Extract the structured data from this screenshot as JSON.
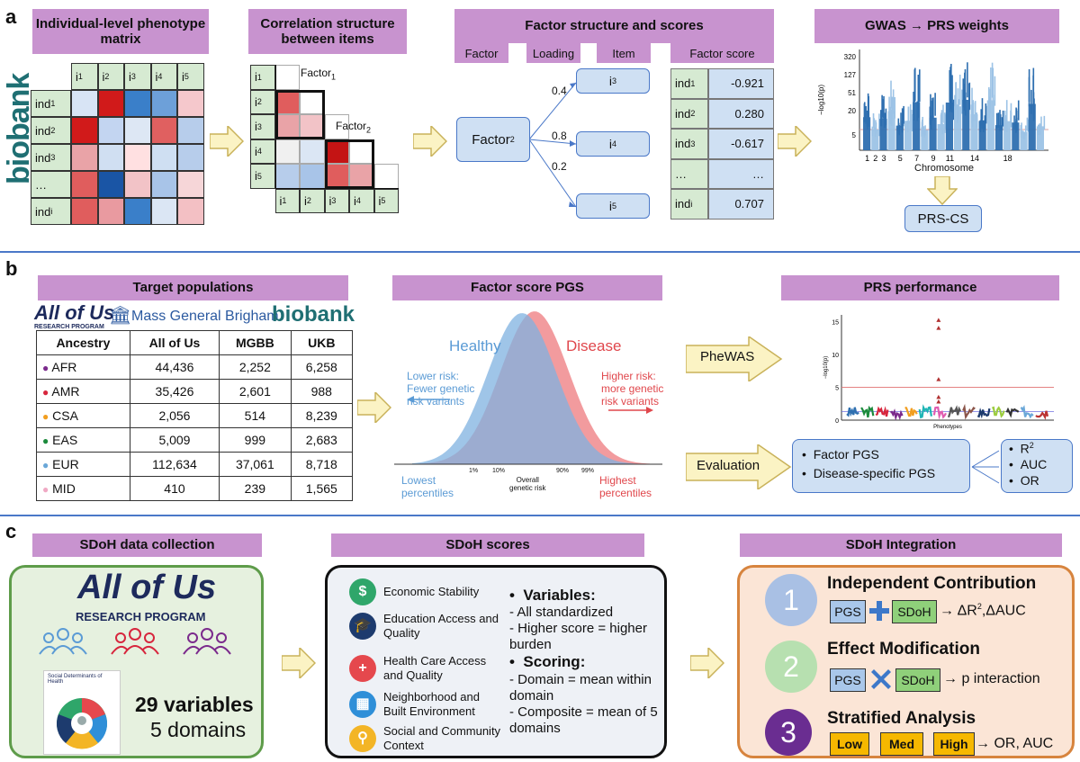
{
  "panel_a": {
    "letter": "a",
    "h1": "Individual-level phenotype matrix",
    "h2": "Correlation structure between items",
    "h3": "Factor structure and scores",
    "h4": "GWAS → PRS weights",
    "items": [
      "i1",
      "i2",
      "i3",
      "i4",
      "i5"
    ],
    "inds": [
      "ind1",
      "ind2",
      "ind3",
      "…",
      "indi"
    ],
    "factor1": "Factor1",
    "factor2": "Factor2",
    "sub_factor": "Factor",
    "sub_loading": "Loading",
    "sub_item": "Item",
    "sub_score": "Factor score",
    "factor_node": "Factor2",
    "loadings": [
      "0.4",
      "0.8",
      "0.2"
    ],
    "item_nodes": [
      "i3",
      "i4",
      "i5"
    ],
    "score_rows": [
      {
        "ind": "ind1",
        "score": "-0.921"
      },
      {
        "ind": "ind2",
        "score": "0.280"
      },
      {
        "ind": "ind3",
        "score": "-0.617"
      },
      {
        "ind": "…",
        "score": "…"
      },
      {
        "ind": "indi",
        "score": "0.707"
      }
    ],
    "biobank_text": "biobank",
    "manhattan": {
      "ylabel": "−log10(p)",
      "yticks": [
        "320",
        "127",
        "51",
        "20",
        "5"
      ],
      "xticks": [
        "1",
        "2",
        "3",
        "5",
        "7",
        "9",
        "11",
        "14",
        "18"
      ],
      "xlabel": "Chromosome"
    },
    "prscs": "PRS-CS"
  },
  "panel_b": {
    "letter": "b",
    "h1": "Target populations",
    "h2": "Factor score PGS",
    "h3": "PRS performance",
    "logo_allofus": "All of Us",
    "logo_allofus_sub": "RESEARCH PROGRAM",
    "logo_mgb": "Mass General Brigham",
    "logo_biobank": "biobank",
    "table_header": [
      "Ancestry",
      "All of Us",
      "MGBB",
      "UKB"
    ],
    "table_rows": [
      {
        "anc": "AFR",
        "color": "#7b2a8c",
        "aou": "44,436",
        "mgbb": "2,252",
        "ukb": "6,258"
      },
      {
        "anc": "AMR",
        "color": "#d7263d",
        "aou": "35,426",
        "mgbb": "2,601",
        "ukb": "988"
      },
      {
        "anc": "CSA",
        "color": "#f29e1f",
        "aou": "2,056",
        "mgbb": "514",
        "ukb": "8,239"
      },
      {
        "anc": "EAS",
        "color": "#1b8a3c",
        "aou": "5,009",
        "mgbb": "999",
        "ukb": "2,683"
      },
      {
        "anc": "EUR",
        "color": "#6aa7d8",
        "aou": "112,634",
        "mgbb": "37,061",
        "ukb": "8,718"
      },
      {
        "anc": "MID",
        "color": "#f0a9c4",
        "aou": "410",
        "mgbb": "239",
        "ukb": "1,565"
      }
    ],
    "dist": {
      "healthy": "Healthy",
      "disease": "Disease",
      "lower": "Lower risk:\nFewer genetic\nrisk variants",
      "higher": "Higher risk:\nmore genetic\nrisk variants",
      "lowest": "Lowest\npercentiles",
      "highest": "Highest\npercentiles",
      "overall": "Overall\ngenetic risk",
      "pct": [
        "1%",
        "10%",
        "90%",
        "99%"
      ]
    },
    "phewas": "PheWAS",
    "evaluation": "Evaluation",
    "pgs_items": [
      "Factor PGS",
      "Disease-specific PGS"
    ],
    "metrics": [
      "R2",
      "AUC",
      "OR"
    ],
    "phe_xlabel": "Phenotypes",
    "phe_ylabel": "−log10(p)",
    "phe_yticks": [
      "15",
      "10",
      "5",
      "0"
    ]
  },
  "panel_c": {
    "letter": "c",
    "h1": "SDoH data collection",
    "h2": "SDoH scores",
    "h3": "SDoH Integration",
    "aou_logo": "All of Us",
    "aou_sub": "RESEARCH PROGRAM",
    "sdoh_img_title": "Social Determinants of Health",
    "vars": "29 variables",
    "domains": "5 domains",
    "sdoh_domains": [
      {
        "label": "Economic Stability",
        "color": "#2fa66a",
        "icon": "$"
      },
      {
        "label": "Education Access and Quality",
        "color": "#1d3b6e",
        "icon": "🎓"
      },
      {
        "label": "Health Care Access and Quality",
        "color": "#e5484d",
        "icon": "+"
      },
      {
        "label": "Neighborhood and Built Environment",
        "color": "#2f8fd8",
        "icon": "▦"
      },
      {
        "label": "Social and Community Context",
        "color": "#f3b526",
        "icon": "⚲"
      }
    ],
    "variables_title": "Variables:",
    "variables_lines": [
      "- All standardized",
      "- Higher score = higher burden"
    ],
    "scoring_title": "Scoring:",
    "scoring_lines": [
      "- Domain = mean within domain",
      "- Composite = mean of 5 domains"
    ],
    "integration": [
      {
        "num": "1",
        "title": "Independent Contribution",
        "color": "#a9c0e4"
      },
      {
        "num": "2",
        "title": "Effect Modification",
        "color": "#b7e0b0"
      },
      {
        "num": "3",
        "title": "Stratified Analysis",
        "color": "#6a2d91"
      }
    ],
    "pgs": "PGS",
    "sdoh": "SDoH",
    "res1": "→ ΔR2,ΔAUC",
    "res2": "→ p interaction",
    "strata": [
      "Low",
      "Med",
      "High"
    ],
    "res3": "→ OR, AUC"
  }
}
